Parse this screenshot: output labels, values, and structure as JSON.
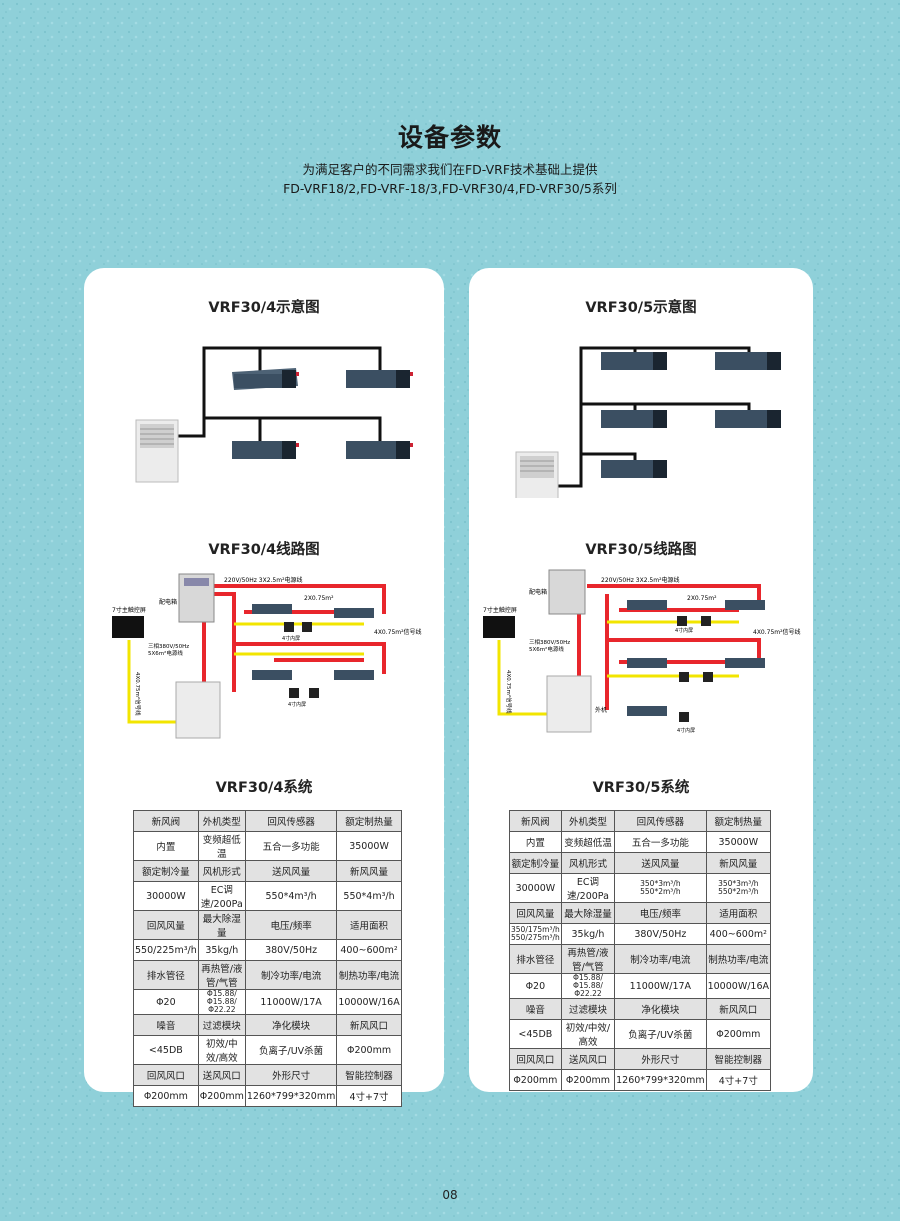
{
  "page": {
    "title": "设备参数",
    "subtitle_1": "为满足客户的不同需求我们在FD-VRF技术基础上提供",
    "subtitle_2": "FD-VRF18/2,FD-VRF-18/3,FD-VRF30/4,FD-VRF30/5系列",
    "page_number": "08"
  },
  "colors": {
    "background": "#8fd0d9",
    "power_line": "#e8262c",
    "signal_line": "#f2e500"
  },
  "left": {
    "schematic_title": "VRF30/4示意图",
    "wiring_title": "VRF30/4线路图",
    "system_title": "VRF30/4系统",
    "wiring_labels": {
      "power_cable": "220V/50Hz 3X2.5m²电源线",
      "distribution_box": "配电箱",
      "main_screen": "7寸主触控屏",
      "three_phase": "三相380V/50Hz",
      "power_5x6": "5X6m²电源线",
      "signal_2x": "2X0.75m²",
      "signal_4x": "4X0.75m²信号线",
      "vertical_signal": "4X0.75m²信号线",
      "inner_screen": "4寸内屏"
    },
    "table": [
      [
        "新风阀",
        "外机类型",
        "回风传感器",
        "额定制热量"
      ],
      [
        "内置",
        "变频超低温",
        "五合一多功能",
        "35000W"
      ],
      [
        "额定制冷量",
        "风机形式",
        "送风风量",
        "新风风量"
      ],
      [
        "30000W",
        "EC调速/200Pa",
        "550*4m³/h",
        "550*4m³/h"
      ],
      [
        "回风风量",
        "最大除湿量",
        "电压/频率",
        "适用面积"
      ],
      [
        "550/225m³/h",
        "35kg/h",
        "380V/50Hz",
        "400~600m²"
      ],
      [
        "排水管径",
        "再热管/液管/气管",
        "制冷功率/电流",
        "制热功率/电流"
      ],
      [
        "Φ20",
        "Φ15.88/Φ15.88/Φ22.22",
        "11000W/17A",
        "10000W/16A"
      ],
      [
        "噪音",
        "过滤模块",
        "净化模块",
        "新风风口"
      ],
      [
        "<45DB",
        "初效/中效/高效",
        "负离子/UV杀菌",
        "Φ200mm"
      ],
      [
        "回风风口",
        "送风风口",
        "外形尺寸",
        "智能控制器"
      ],
      [
        "Φ200mm",
        "Φ200mm",
        "1260*799*320mm",
        "4寸+7寸"
      ]
    ]
  },
  "right": {
    "schematic_title": "VRF30/5示意图",
    "wiring_title": "VRF30/5线路图",
    "system_title": "VRF30/5系统",
    "wiring_labels": {
      "power_cable": "220V/50Hz 3X2.5m²电源线",
      "distribution_box": "配电箱",
      "main_screen": "7寸主触控屏",
      "three_phase": "三相380V/50Hz",
      "power_5x6": "5X6m²电源线",
      "signal_2x": "2X0.75m²",
      "signal_4x": "4X0.75m²信号线",
      "vertical_signal": "4X0.75m²信号线",
      "outdoor_unit": "外机",
      "inner_screen": "4寸内屏"
    },
    "table": [
      [
        "新风阀",
        "外机类型",
        "回风传感器",
        "额定制热量"
      ],
      [
        "内置",
        "变频超低温",
        "五合一多功能",
        "35000W"
      ],
      [
        "额定制冷量",
        "风机形式",
        "送风风量",
        "新风风量"
      ],
      [
        "30000W",
        "EC调速/200Pa",
        "350*3m³/h\n550*2m³/h",
        "350*3m³/h\n550*2m³/h"
      ],
      [
        "回风风量",
        "最大除湿量",
        "电压/频率",
        "适用面积"
      ],
      [
        "350/175m³/h\n550/275m³/h",
        "35kg/h",
        "380V/50Hz",
        "400~600m²"
      ],
      [
        "排水管径",
        "再热管/液管/气管",
        "制冷功率/电流",
        "制热功率/电流"
      ],
      [
        "Φ20",
        "Φ15.88/Φ15.88/Φ22.22",
        "11000W/17A",
        "10000W/16A"
      ],
      [
        "噪音",
        "过滤模块",
        "净化模块",
        "新风风口"
      ],
      [
        "<45DB",
        "初效/中效/高效",
        "负离子/UV杀菌",
        "Φ200mm"
      ],
      [
        "回风风口",
        "送风风口",
        "外形尺寸",
        "智能控制器"
      ],
      [
        "Φ200mm",
        "Φ200mm",
        "1260*799*320mm",
        "4寸+7寸"
      ]
    ]
  }
}
